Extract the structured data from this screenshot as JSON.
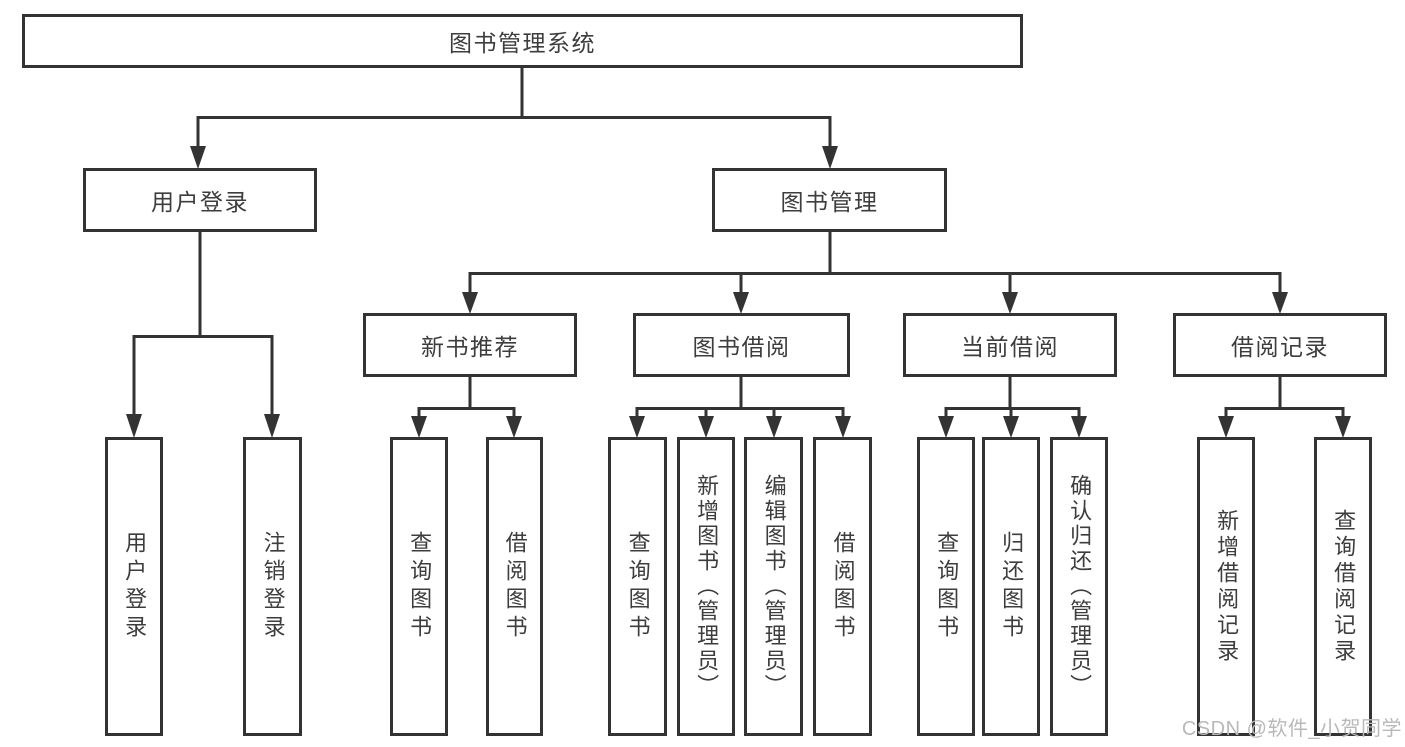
{
  "tree": {
    "root": {
      "label": "图书管理系统"
    },
    "children": [
      {
        "label": "用户登录",
        "children": [
          {
            "label": "用户登录"
          },
          {
            "label": "注销登录"
          }
        ]
      },
      {
        "label": "图书管理",
        "children": [
          {
            "label": "新书推荐",
            "children": [
              {
                "label": "查询图书"
              },
              {
                "label": "借阅图书"
              }
            ]
          },
          {
            "label": "图书借阅",
            "children": [
              {
                "label": "查询图书"
              },
              {
                "label": "新增图书（管理员）"
              },
              {
                "label": "编辑图书（管理员）"
              },
              {
                "label": "借阅图书"
              }
            ]
          },
          {
            "label": "当前借阅",
            "children": [
              {
                "label": "查询图书"
              },
              {
                "label": "归还图书"
              },
              {
                "label": "确认归还（管理员）"
              }
            ]
          },
          {
            "label": "借阅记录",
            "children": [
              {
                "label": "新增借阅记录"
              },
              {
                "label": "查询借阅记录"
              }
            ]
          }
        ]
      }
    ]
  },
  "watermark": {
    "text": "CSDN @软件_小贺同学"
  },
  "colors": {
    "line": "#333333",
    "text": "#3d3d3d",
    "watermark": "#b9b9b9"
  }
}
